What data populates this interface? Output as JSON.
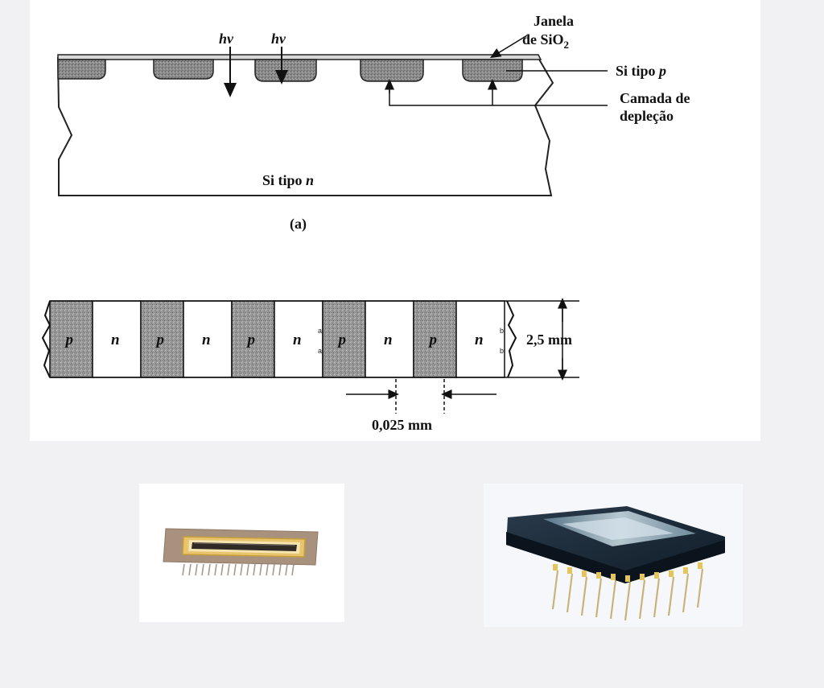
{
  "diagram_a": {
    "photon_1": "hν",
    "photon_2": "hν",
    "window_label_line1": "Janela",
    "window_label_line2": "de SiO",
    "window_label_sub": "2",
    "p_label_prefix": "Si tipo ",
    "p_label_letter": "p",
    "depletion_line1": "Camada de",
    "depletion_line2": "depleção",
    "n_label_prefix": "Si tipo ",
    "n_label_letter": "n",
    "caption": "(a)"
  },
  "diagram_b": {
    "strips": [
      "p",
      "n",
      "p",
      "n",
      "p",
      "n",
      "p",
      "n",
      "p",
      "n"
    ],
    "marker_a_top": "a",
    "marker_a_bottom": "a",
    "marker_b_top": "b",
    "marker_b_bottom": "b",
    "height_dimension": "2,5 mm",
    "width_dimension": "0,025 mm"
  },
  "photos": {
    "left": "linear photodiode array chip (ceramic package)",
    "right": "photodiode array chip in dual-inline package"
  }
}
